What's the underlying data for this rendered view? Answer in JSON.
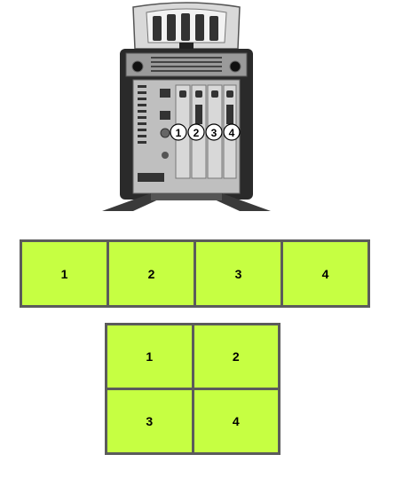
{
  "colors": {
    "cell_fill": "#c6ff42",
    "grid_border": "#5b5b5b",
    "tower_body": "#2a2a2a",
    "tower_panel": "#bfbfbf"
  },
  "tower": {
    "slot_badges": [
      "1",
      "2",
      "3",
      "4"
    ]
  },
  "layout_row": {
    "cells": [
      "1",
      "2",
      "3",
      "4"
    ]
  },
  "layout_square": {
    "cells": [
      "1",
      "2",
      "3",
      "4"
    ]
  }
}
